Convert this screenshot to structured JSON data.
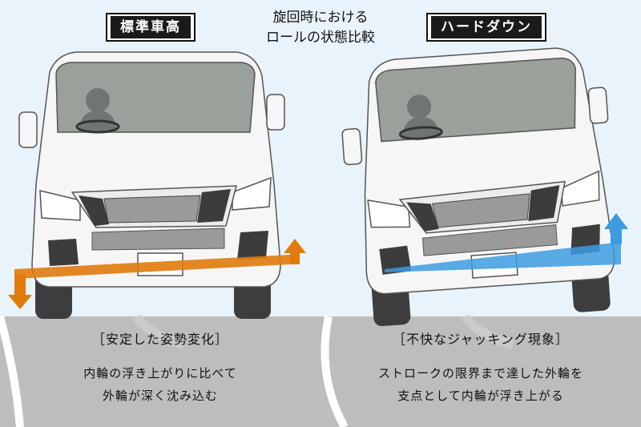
{
  "title_line1": "旋回時における",
  "title_line2": "ロールの状態比較",
  "left": {
    "label": "標準車高",
    "caption_head": "［安定した姿勢変化］",
    "caption_line1": "内輪の浮き上がりに比べて",
    "caption_line2": "外輪が深く沈み込む",
    "arrow_color": "#e07b0c"
  },
  "right": {
    "label": "ハードダウン",
    "caption_head": "［不快なジャッキング現象］",
    "caption_line1": "ストロークの限界まで達した外輪を",
    "caption_line2": "支点として内輪が浮き上がる",
    "arrow_color": "#3d9be0"
  },
  "colors": {
    "sky": "#e9f3fb",
    "road": "#bdbdbd",
    "van_body": "#f6f6f6",
    "window": "#9aa09a"
  }
}
